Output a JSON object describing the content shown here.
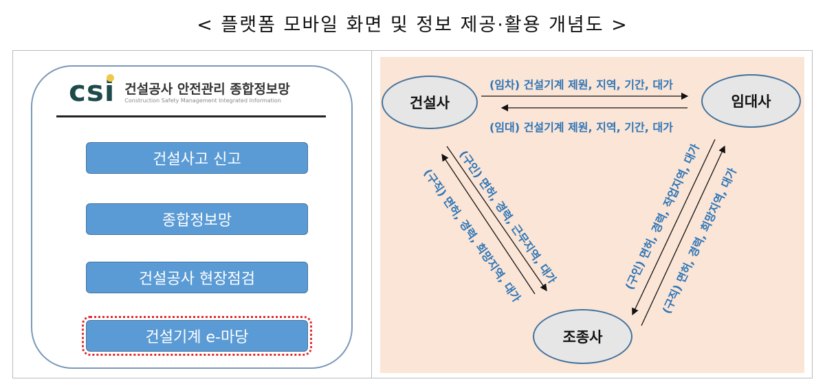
{
  "title": "< 플랫폼 모바일 화면 및 정보 제공·활용 개념도 >",
  "mobile": {
    "logo_mark": "csi",
    "logo_ko": "건설공사 안전관리 종합정보망",
    "logo_en": "Construction Safety Management Integrated Information",
    "buttons": [
      "건설사고 신고",
      "종합정보망",
      "건설공사 현장점검",
      "건설기계 e-마당"
    ]
  },
  "diagram": {
    "nodes": {
      "builder": "건설사",
      "lessor": "임대사",
      "operator": "조종사"
    },
    "edges": {
      "builder_to_lessor": "(임차) 건설기계 제원, 지역, 기간, 대가",
      "lessor_to_builder": "(임대) 건설기계 제원, 지역, 기간, 대가",
      "builder_to_operator": "(구인) 면허, 경력, 근무지역, 대가",
      "operator_to_builder": "(구직) 면허, 경력, 희망지역, 대가",
      "lessor_to_operator": "(구인) 면허, 경력, 작업지역, 대가",
      "operator_to_lessor": "(구직) 면허, 경력, 희망지역, 대가"
    }
  }
}
